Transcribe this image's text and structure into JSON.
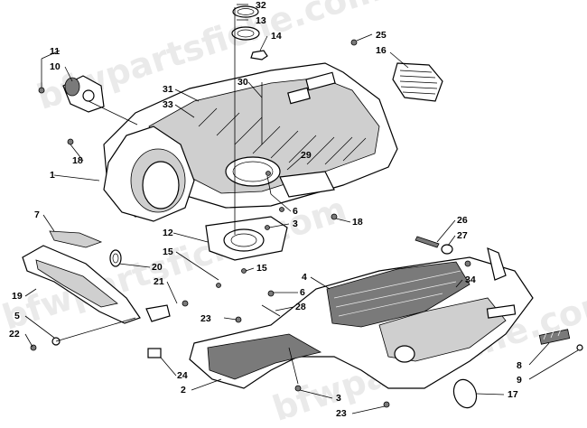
{
  "watermark": "bfwpartsfiche.com",
  "callouts": [
    {
      "id": "c32a",
      "text": "32"
    },
    {
      "id": "c13",
      "text": "13"
    },
    {
      "id": "c14",
      "text": "14"
    },
    {
      "id": "c25",
      "text": "25"
    },
    {
      "id": "c16",
      "text": "16"
    },
    {
      "id": "c11",
      "text": "11"
    },
    {
      "id": "c10",
      "text": "10"
    },
    {
      "id": "c31",
      "text": "31"
    },
    {
      "id": "c30",
      "text": "30"
    },
    {
      "id": "c33",
      "text": "33"
    },
    {
      "id": "c18a",
      "text": "18"
    },
    {
      "id": "c1",
      "text": "1"
    },
    {
      "id": "c29",
      "text": "29"
    },
    {
      "id": "c6a",
      "text": "6"
    },
    {
      "id": "c3a",
      "text": "3"
    },
    {
      "id": "c18b",
      "text": "18"
    },
    {
      "id": "c7",
      "text": "7"
    },
    {
      "id": "c12",
      "text": "12"
    },
    {
      "id": "c26",
      "text": "26"
    },
    {
      "id": "c27",
      "text": "27"
    },
    {
      "id": "c15a",
      "text": "15"
    },
    {
      "id": "c20",
      "text": "20"
    },
    {
      "id": "c15b",
      "text": "15"
    },
    {
      "id": "c4",
      "text": "4"
    },
    {
      "id": "c34",
      "text": "34"
    },
    {
      "id": "c19",
      "text": "19"
    },
    {
      "id": "c21",
      "text": "21"
    },
    {
      "id": "c6b",
      "text": "6"
    },
    {
      "id": "c28",
      "text": "28"
    },
    {
      "id": "c5",
      "text": "5"
    },
    {
      "id": "c23a",
      "text": "23"
    },
    {
      "id": "c22",
      "text": "22"
    },
    {
      "id": "c24",
      "text": "24"
    },
    {
      "id": "c8",
      "text": "8"
    },
    {
      "id": "c9",
      "text": "9"
    },
    {
      "id": "c2",
      "text": "2"
    },
    {
      "id": "c3b",
      "text": "3"
    },
    {
      "id": "c17",
      "text": "17"
    },
    {
      "id": "c23b",
      "text": "23"
    }
  ]
}
